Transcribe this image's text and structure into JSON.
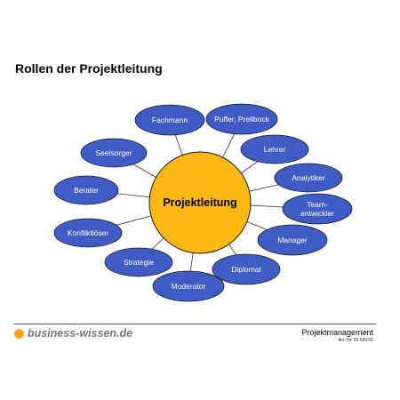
{
  "title": "Rollen der Projektleitung",
  "center": "Projektleitung",
  "roles": [
    {
      "id": "fachmann",
      "lines": [
        "Fachmann"
      ]
    },
    {
      "id": "puffer-prellbock",
      "lines": [
        "Puffer, Prellbock"
      ]
    },
    {
      "id": "lehrer",
      "lines": [
        "Lehrer"
      ]
    },
    {
      "id": "analytiker",
      "lines": [
        "Analytiker"
      ]
    },
    {
      "id": "teamentwickler",
      "lines": [
        "Team-",
        "entwickler"
      ]
    },
    {
      "id": "manager",
      "lines": [
        "Manager"
      ]
    },
    {
      "id": "diplomat",
      "lines": [
        "Diplomat"
      ]
    },
    {
      "id": "moderator",
      "lines": [
        "Moderator"
      ]
    },
    {
      "id": "strategie",
      "lines": [
        "Strategie"
      ]
    },
    {
      "id": "konfliktloeser",
      "lines": [
        "Konfliktlöser"
      ]
    },
    {
      "id": "berater",
      "lines": [
        "Berater"
      ]
    },
    {
      "id": "seelsorger",
      "lines": [
        "Seelsorger"
      ]
    }
  ],
  "footer": {
    "brand": "business-wissen.de",
    "topic": "Projektmanagement",
    "art_no": "Art.-Nr. 99.589.06"
  },
  "colors": {
    "center_fill": "#fdb813",
    "role_fill": "#3f5cc4",
    "outline": "#1a1a1a",
    "brand_dot": "#f5a31a"
  }
}
